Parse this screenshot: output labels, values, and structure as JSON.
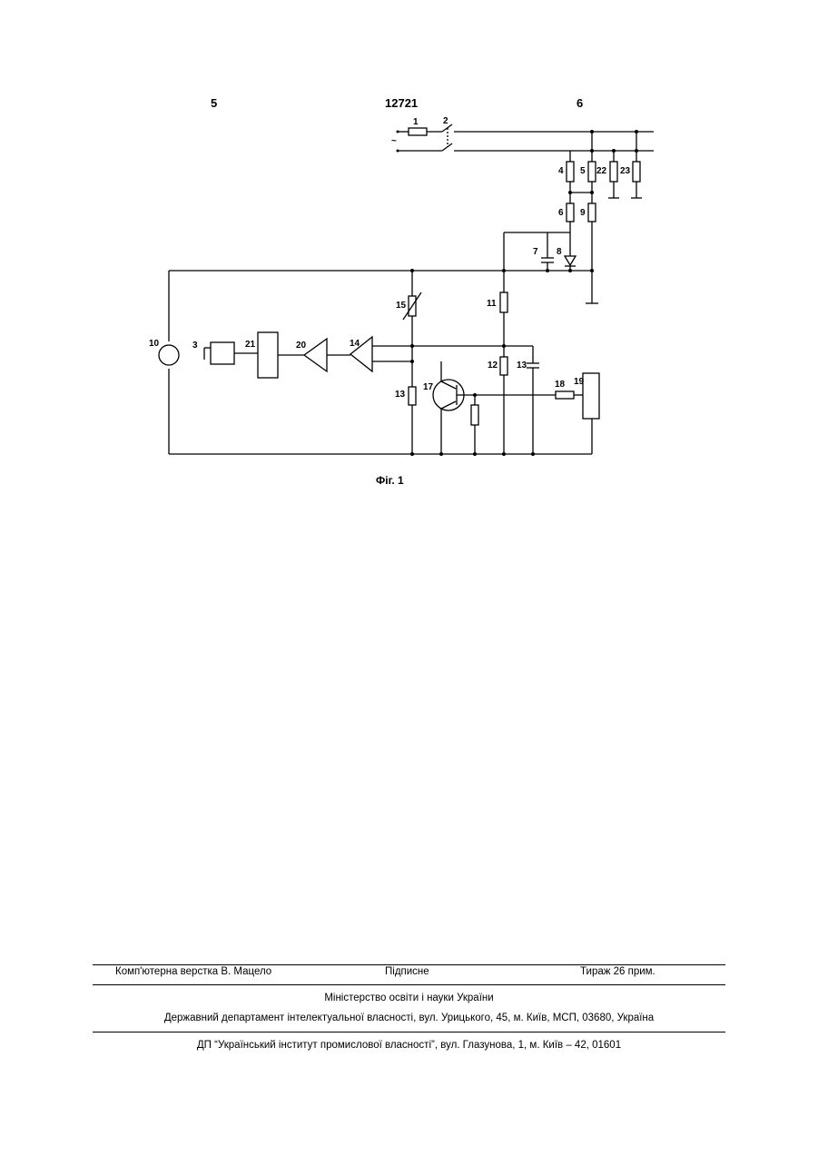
{
  "header": {
    "page_left": "5",
    "patent_number": "12721",
    "page_right": "6"
  },
  "figure": {
    "caption": "Фіг. 1",
    "labels": [
      "1",
      "2",
      "4",
      "5",
      "22",
      "23",
      "6",
      "9",
      "7",
      "8",
      "11",
      "15",
      "10",
      "3",
      "21",
      "20",
      "14",
      "12",
      "13",
      "13",
      "17",
      "18",
      "19"
    ],
    "ac_symbol": "~"
  },
  "footer": {
    "layout": "Комп'ютерна верстка В. Мацело",
    "signed": "Підписне",
    "circulation": "Тираж 26 прим.",
    "ministry": "Міністерство освіти і науки України",
    "department": "Державний департамент інтелектуальної власності, вул. Урицького, 45, м. Київ, МСП, 03680, Україна",
    "institute": "ДП “Український інститут промислової власності”, вул. Глазунова, 1, м. Київ – 42, 01601"
  }
}
